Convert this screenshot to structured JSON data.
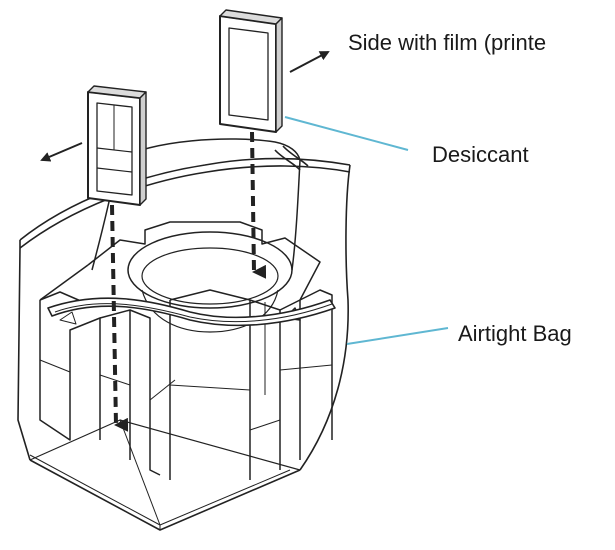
{
  "labels": {
    "film_side": "Side with film (printe",
    "desiccant": "Desiccant",
    "airtight_bag": "Airtight Bag"
  },
  "icons": {
    "arrow": "arrow-icon",
    "drop_arrow": "dashed-down-arrow-icon"
  },
  "colors": {
    "line": "#222222",
    "leader": "#5fb7d2",
    "shade": "#cfcfcf"
  }
}
